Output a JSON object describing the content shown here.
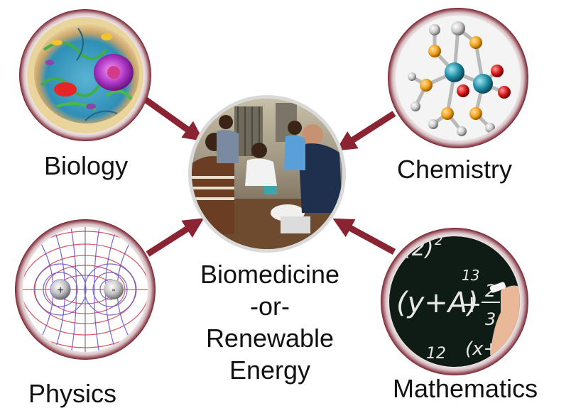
{
  "labels": {
    "biology": "Biology",
    "chemistry": "Chemistry",
    "physics": "Physics",
    "mathematics": "Mathematics"
  },
  "center": {
    "line1": "Biomedicine",
    "line2": "-or-",
    "line3": "Renewable",
    "line4": "Energy"
  },
  "math_chalk": {
    "eq1": "(y+A)",
    "eq2": "+",
    "frac_num": "2",
    "frac_den": "3",
    "exp": "13",
    "top1": "(2)",
    "top2": "2",
    "bottom": "12",
    "bottom2": "(x+"
  },
  "physics_charges": {
    "positive": "+",
    "negative": "-"
  },
  "colors": {
    "arrow": "#8b2432",
    "ring": "#7a1e2c",
    "chalkboard": "#0f1c15"
  }
}
